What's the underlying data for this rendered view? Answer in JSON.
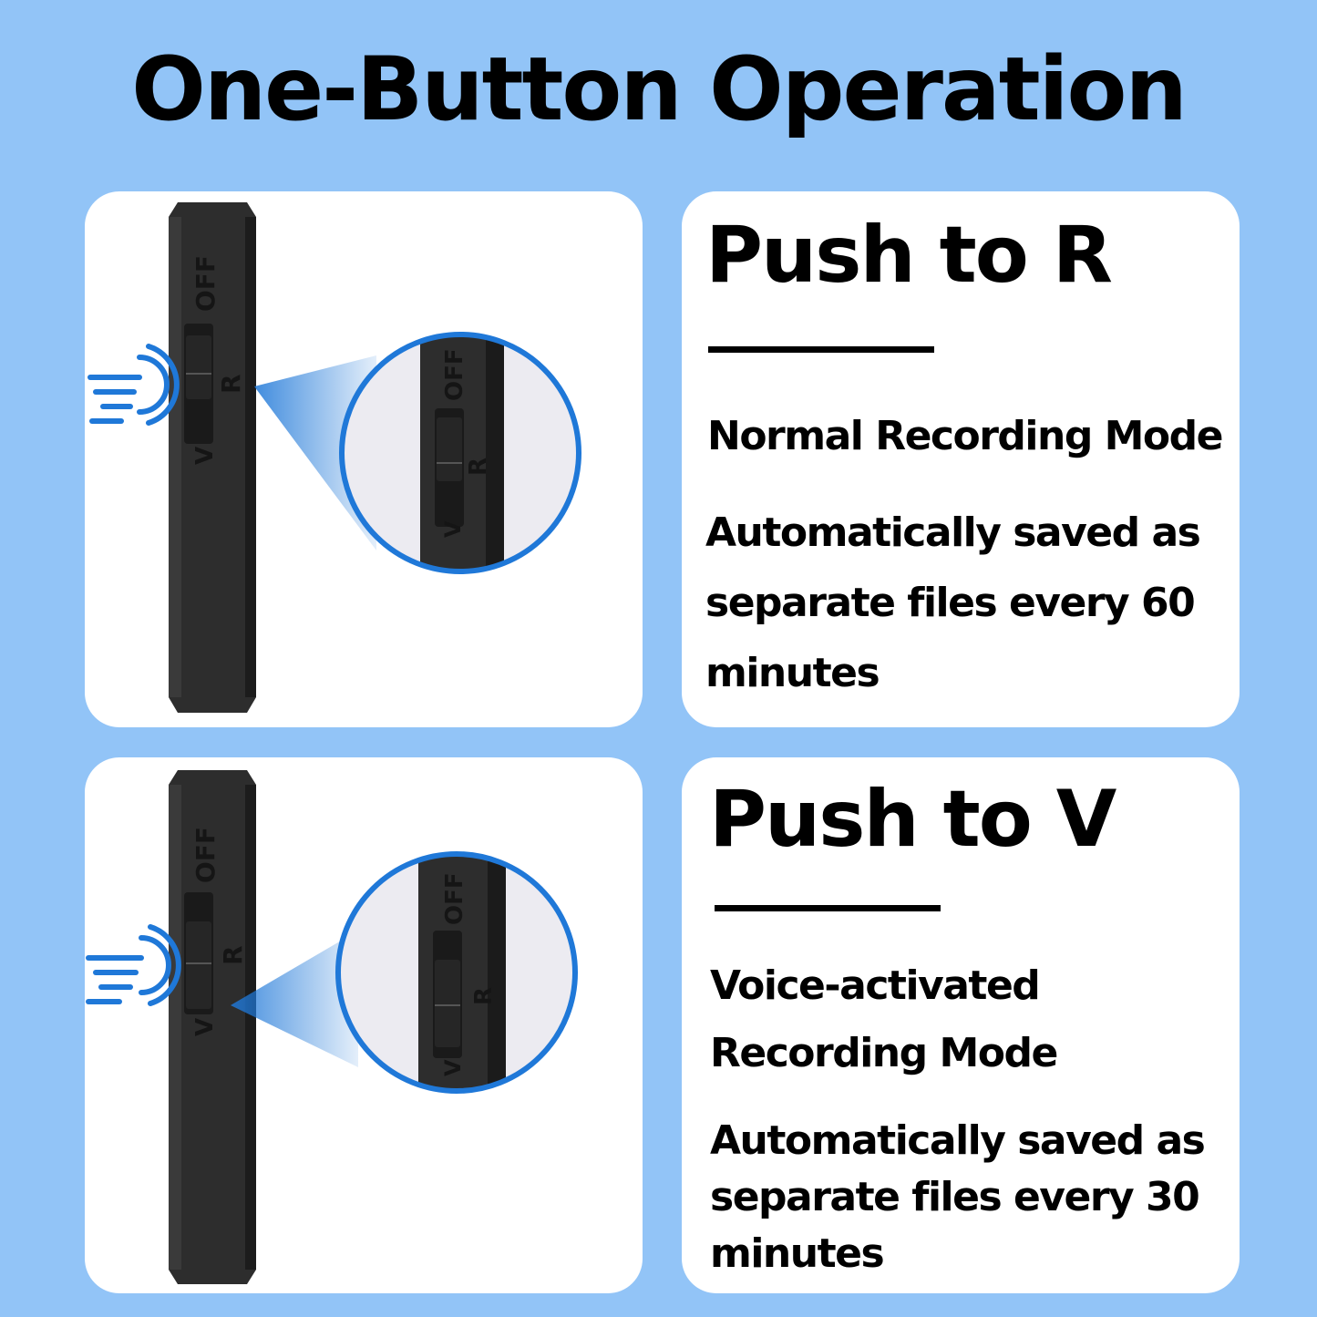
{
  "title": "One-Button Operation",
  "switch_labels": {
    "off": "OFF",
    "r": "R",
    "v": "V"
  },
  "colors": {
    "background": "#92c4f7",
    "accent": "#1f78d8",
    "device": "#2a2a2a"
  },
  "panels": [
    {
      "position_label": "R",
      "icon": "finger-press-icon",
      "heading": "Push to R",
      "mode": "Normal Recording Mode",
      "description": "Automatically saved as separate files every 60 minutes"
    },
    {
      "position_label": "V",
      "icon": "finger-press-icon",
      "heading": "Push to V",
      "mode": "Voice-activated Recording Mode",
      "description": "Automatically saved as separate files every 30 minutes"
    }
  ]
}
